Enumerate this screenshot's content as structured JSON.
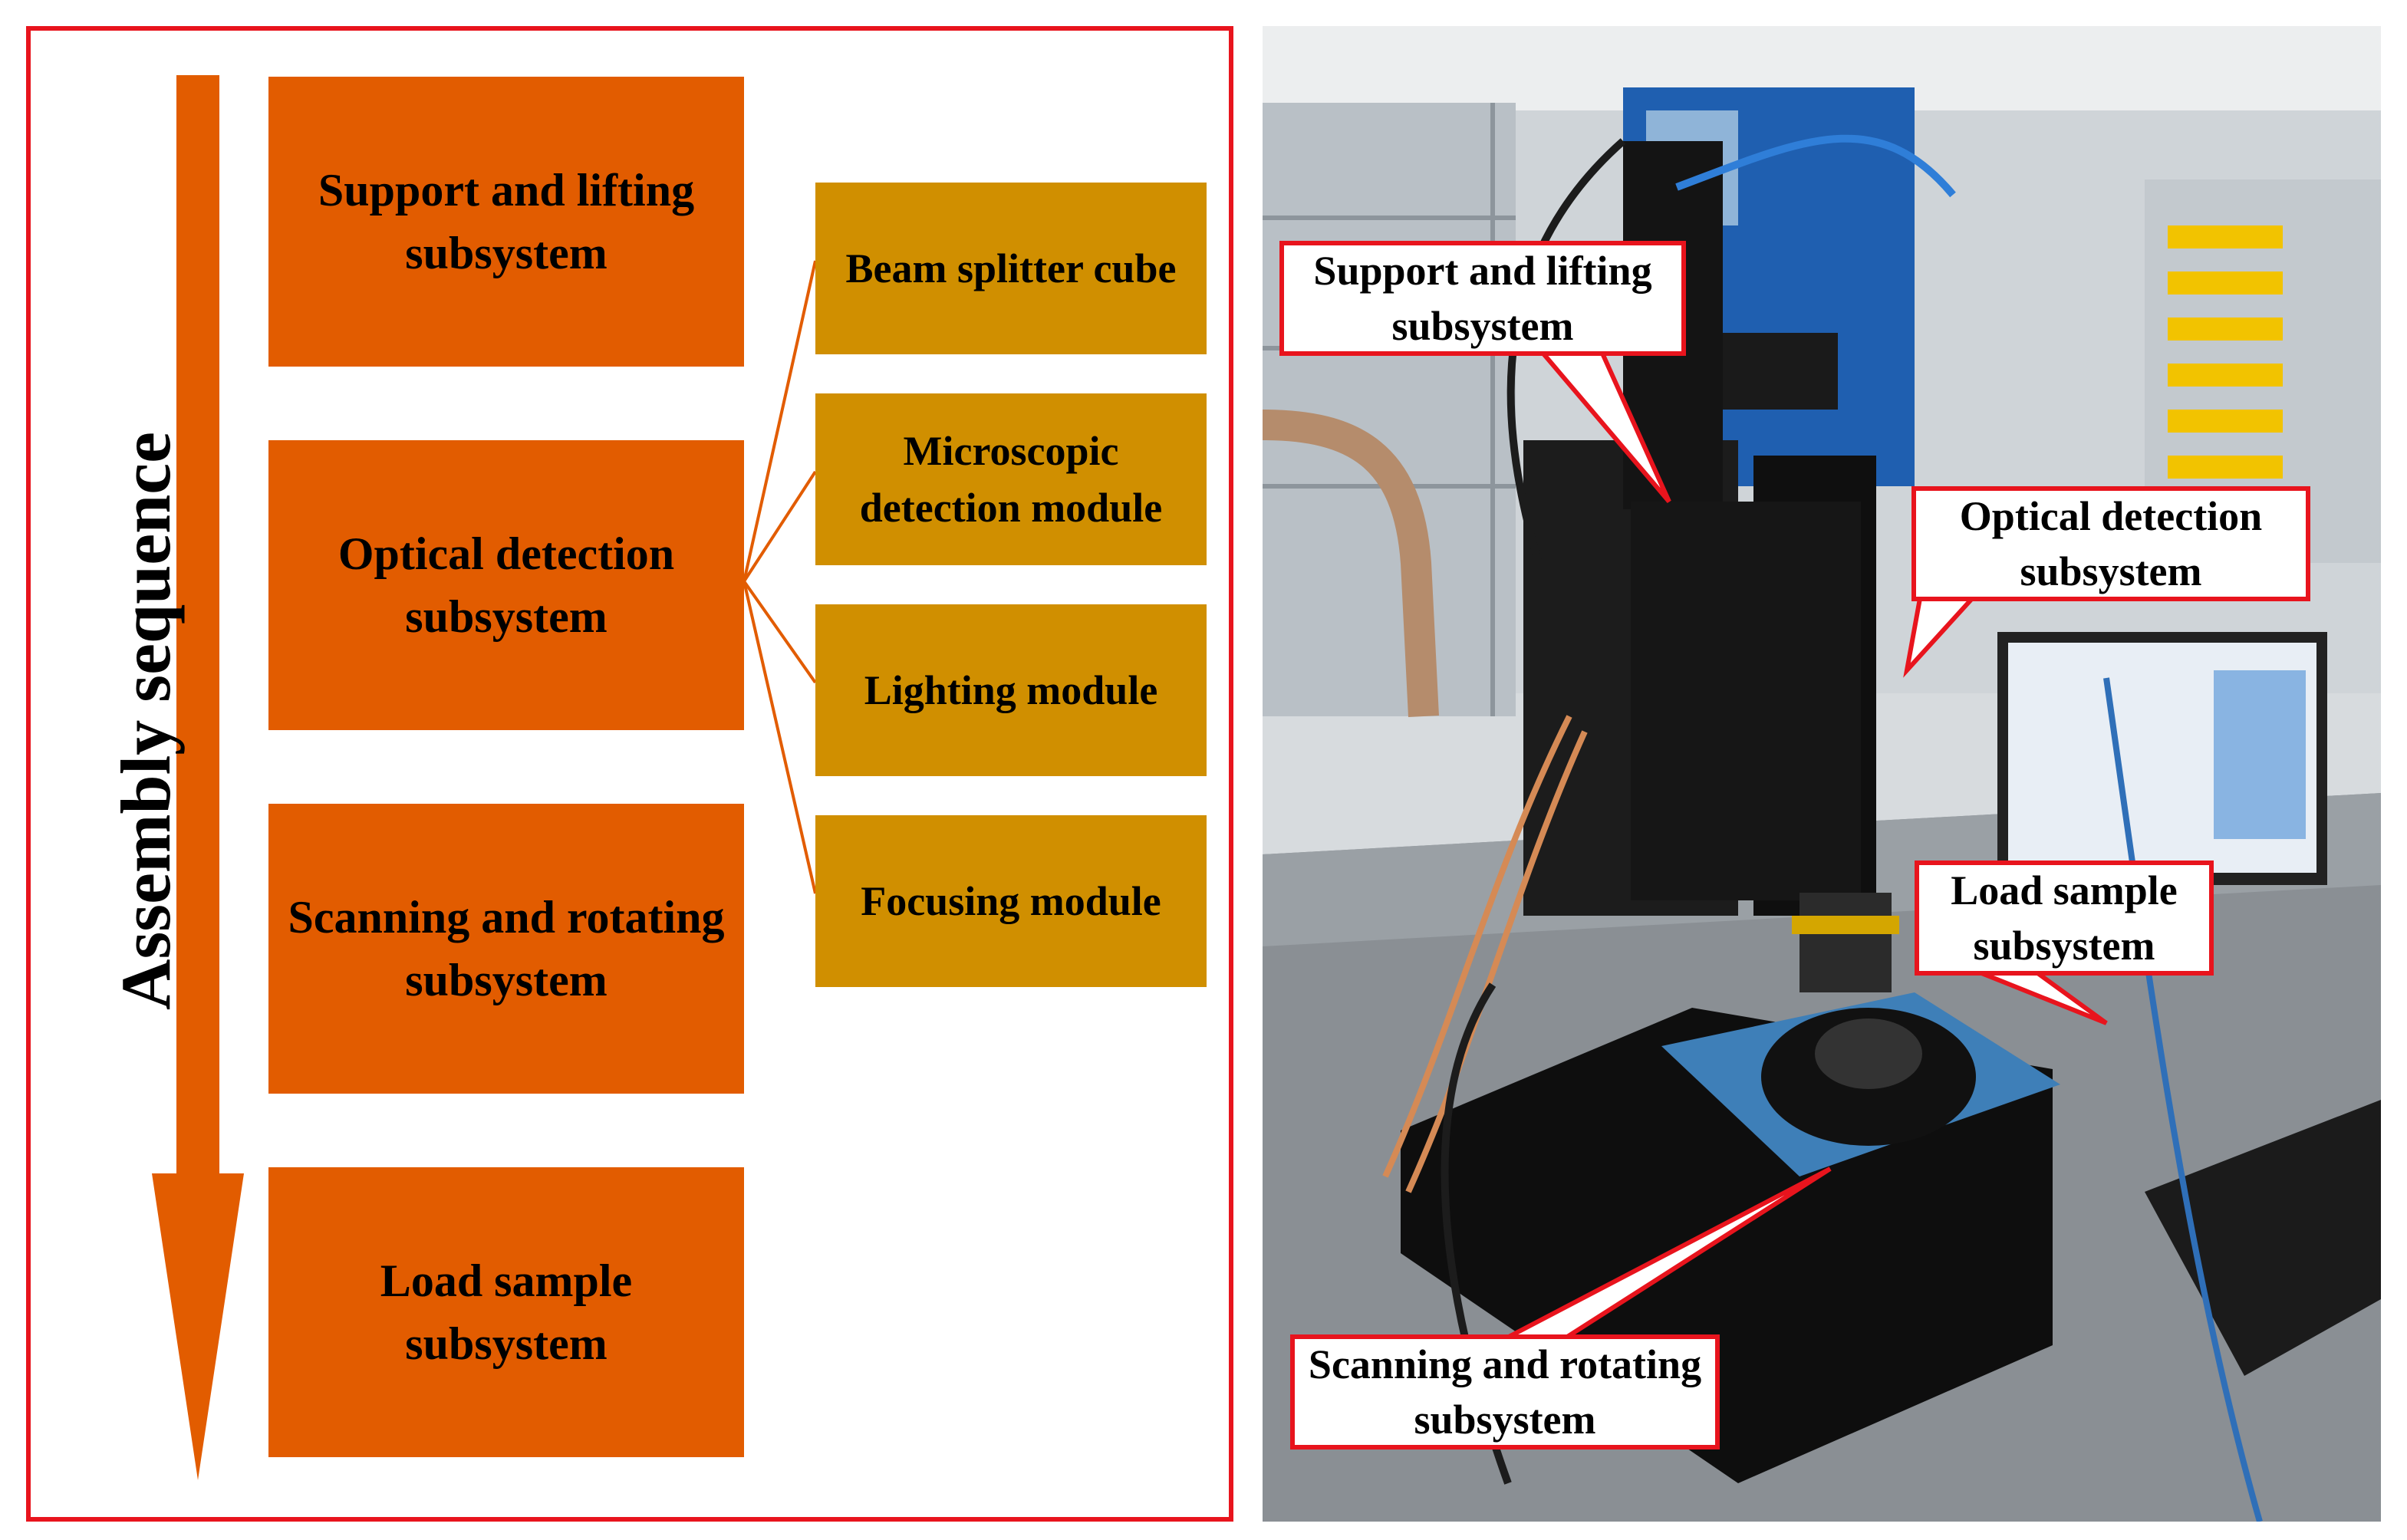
{
  "left": {
    "sequence_label": "Assembly sequence",
    "subsystems": [
      {
        "label": "Support and lifting subsystem"
      },
      {
        "label": "Optical detection subsystem"
      },
      {
        "label": "Scanning and rotating subsystem"
      },
      {
        "label": "Load sample subsystem"
      }
    ],
    "modules": [
      {
        "label": "Beam splitter cube"
      },
      {
        "label": "Microscopic detection module"
      },
      {
        "label": "Lighting module"
      },
      {
        "label": "Focusing module"
      }
    ],
    "colors": {
      "subsystem": "#e25c00",
      "module": "#d08f00",
      "arrow": "#e25c00",
      "frame": "#e8141d"
    }
  },
  "photo": {
    "callouts": [
      {
        "label": "Support and lifting subsystem"
      },
      {
        "label": "Optical detection subsystem"
      },
      {
        "label": "Load sample subsystem"
      },
      {
        "label": "Scanning and rotating subsystem"
      }
    ]
  }
}
